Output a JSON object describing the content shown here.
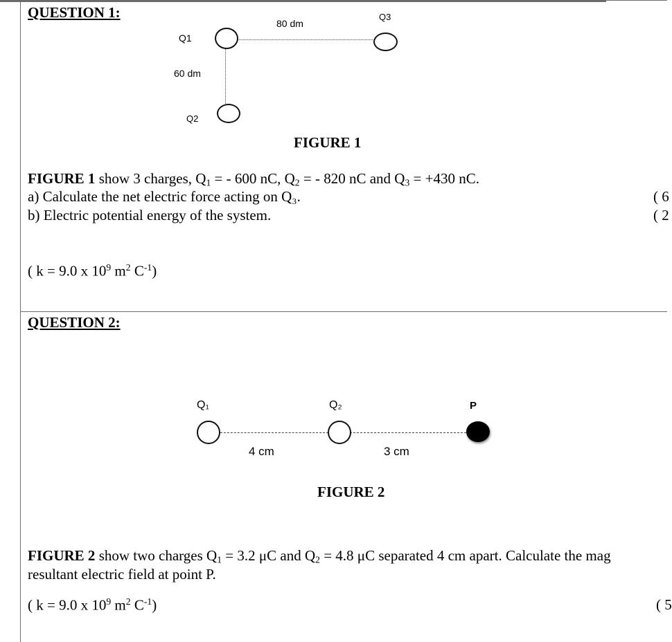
{
  "q1": {
    "title": "QUESTION 1:",
    "fig": {
      "q1": "Q1",
      "q2": "Q2",
      "q3": "Q3",
      "dist_h": "80 dm",
      "dist_v": "60 dm",
      "caption": "FIGURE 1"
    },
    "desc": {
      "lead": "FIGURE 1",
      "t1": " show 3 charges, Q",
      "s1": "1",
      "t2": " = - 600 nC, Q",
      "s2": "2",
      "t3": " = - 820 nC and Q",
      "s3": "3",
      "t4": " = +430 nC."
    },
    "a": "a) Calculate the net electric force acting on Q₃.",
    "a_marks": "( 6",
    "b": "b) Electric potential energy of the system.",
    "b_marks": "( 2",
    "k": {
      "pre": "( k = 9.0 x 10",
      "exp1": "9",
      "mid": " m",
      "exp2": "2",
      "mid2": " C",
      "exp3": "-1",
      "post": ")"
    }
  },
  "q2": {
    "title": "QUESTION 2:",
    "fig": {
      "q1": "Q₁",
      "q2": "Q₂",
      "p": "P",
      "d1": "4 cm",
      "d2": "3 cm",
      "caption": "FIGURE 2"
    },
    "desc": {
      "lead": "FIGURE 2",
      "t1": " show two charges Q",
      "s1": "1",
      "t2": " = 3.2 μC and Q",
      "s2": "2",
      "t3": " = 4.8 μC separated 4 cm apart. Calculate the mag",
      "line2": "resultant electric field at point P."
    },
    "k": {
      "pre": "( k = 9.0 x 10",
      "exp1": "9",
      "mid": " m",
      "exp2": "2",
      "mid2": " C",
      "exp3": "-1",
      "post": ")"
    },
    "marks": "( 5"
  }
}
